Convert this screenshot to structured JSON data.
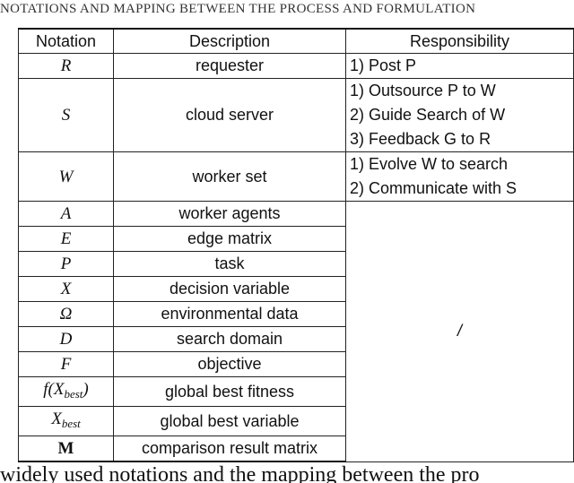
{
  "caption": "Notations and Mapping between the Process and Formulation",
  "headers": [
    "Notation",
    "Description",
    "Responsibility"
  ],
  "rows": [
    {
      "notation": "R",
      "description": "requester",
      "resp": [
        "1) Post P"
      ]
    },
    {
      "notation": "S",
      "description": "cloud server",
      "resp": [
        "1) Outsource P to W",
        "2) Guide Search of W",
        "3) Feedback G to R"
      ]
    },
    {
      "notation": "W",
      "description": "worker set",
      "resp": [
        "1) Evolve W to search",
        "2) Communicate with S"
      ]
    },
    {
      "notation": "A",
      "description": "worker agents"
    },
    {
      "notation": "E",
      "description": "edge matrix"
    },
    {
      "notation": "P",
      "description": "task"
    },
    {
      "notation": "X",
      "description": "decision variable"
    },
    {
      "notation": "Ω",
      "description": "environmental data"
    },
    {
      "notation": "D",
      "description": "search domain"
    },
    {
      "notation": "F",
      "description": "objective"
    },
    {
      "notation": "f(X_best)",
      "description": "global best fitness"
    },
    {
      "notation": "X_best",
      "description": "global best variable"
    },
    {
      "notation": "M",
      "description": "comparison result matrix"
    }
  ],
  "shared_responsibility": "/",
  "footer": "widely used notations and the mapping between the pro"
}
